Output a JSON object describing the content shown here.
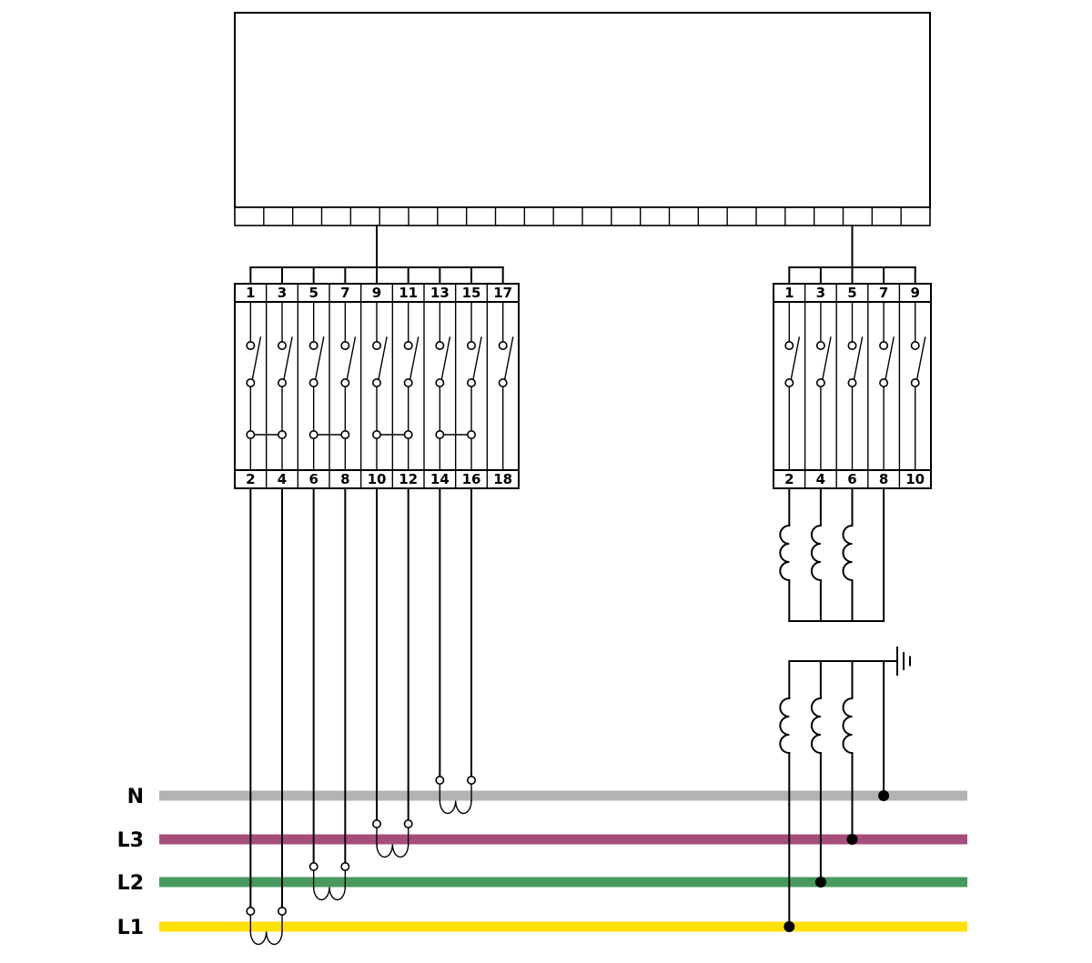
{
  "page": {
    "background": "#ffffff",
    "line_color": "#000000"
  },
  "left_terminal_block": {
    "top_terminals": [
      "1",
      "3",
      "5",
      "7",
      "9",
      "11",
      "13",
      "15",
      "17"
    ],
    "bottom_terminals": [
      "2",
      "4",
      "6",
      "8",
      "10",
      "12",
      "14",
      "16",
      "18"
    ]
  },
  "right_terminal_block": {
    "top_terminals": [
      "1",
      "3",
      "5",
      "7",
      "9"
    ],
    "bottom_terminals": [
      "2",
      "4",
      "6",
      "8",
      "10"
    ]
  },
  "bus_bars": [
    {
      "label": "N",
      "color": "#b3b3b3"
    },
    {
      "label": "L3",
      "color": "#a74d7c"
    },
    {
      "label": "L2",
      "color": "#47995d"
    },
    {
      "label": "L1",
      "color": "#ffe10a"
    }
  ],
  "symbols": {
    "disconnect_switch": "disconnect-switch-icon",
    "test_bridge": "bridge-contact-icon",
    "current_transformer": "transformer-coil-icon",
    "earth_ground": "earth-ground-icon",
    "junction": "junction-dot-icon"
  }
}
